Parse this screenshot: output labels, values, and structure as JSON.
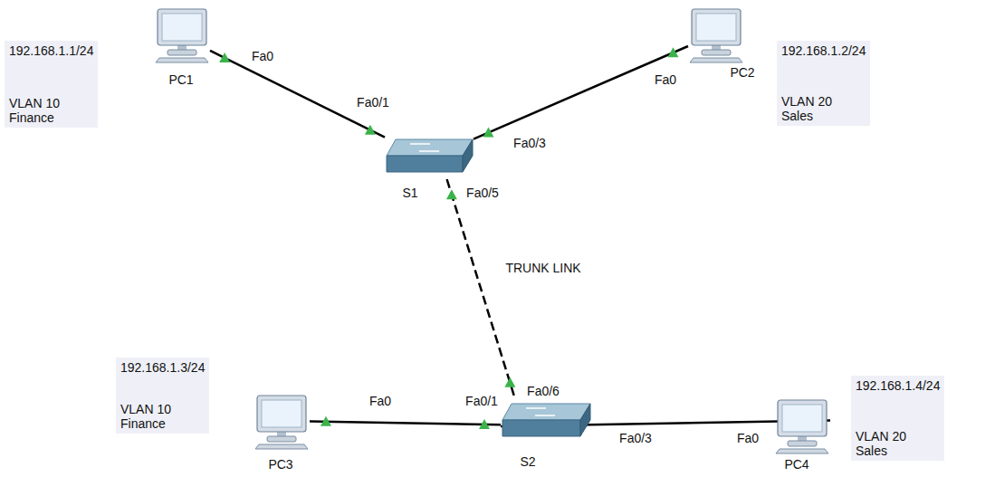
{
  "diagram": {
    "nodes": [
      {
        "text": [
          "192.168.1.1/24",
          "VLAN 10 Finance"
        ]
      },
      {
        "text": [
          "PC1"
        ]
      },
      {
        "text": [
          "S1"
        ]
      },
      {
        "text": [
          "PC2"
        ]
      },
      {
        "text": [
          "192.168.1.2/24",
          "VLAN 20 Sales"
        ]
      },
      {
        "text": [
          "S2"
        ]
      },
      {
        "text": [
          "192.168.1.3/24",
          "VLAN 10 Finance"
        ]
      },
      {
        "text": [
          "PC3"
        ]
      },
      {
        "text": [
          "PC4"
        ]
      },
      {
        "text": [
          "192.168.1.4/24",
          "VLAN 20 Sales"
        ]
      }
    ],
    "edges": [
      {
        "from": 1,
        "to": 2,
        "arrow": "none"
      },
      {
        "from": 3,
        "to": 2,
        "arrow": "none"
      },
      {
        "from": 2,
        "to": 5,
        "arrow": "none",
        "label": "TRUNK LINK"
      },
      {
        "from": 7,
        "to": 5,
        "arrow": "none"
      },
      {
        "from": 8,
        "to": 5,
        "arrow": "none"
      }
    ],
    "labels": [
      "Fa0",
      "Fa0/1",
      "Fa0/3",
      "Fa0",
      "Fa0/5",
      "Fa0/6",
      "Fa0",
      "Fa0/1",
      "Fa0/3",
      "Fa0"
    ]
  }
}
